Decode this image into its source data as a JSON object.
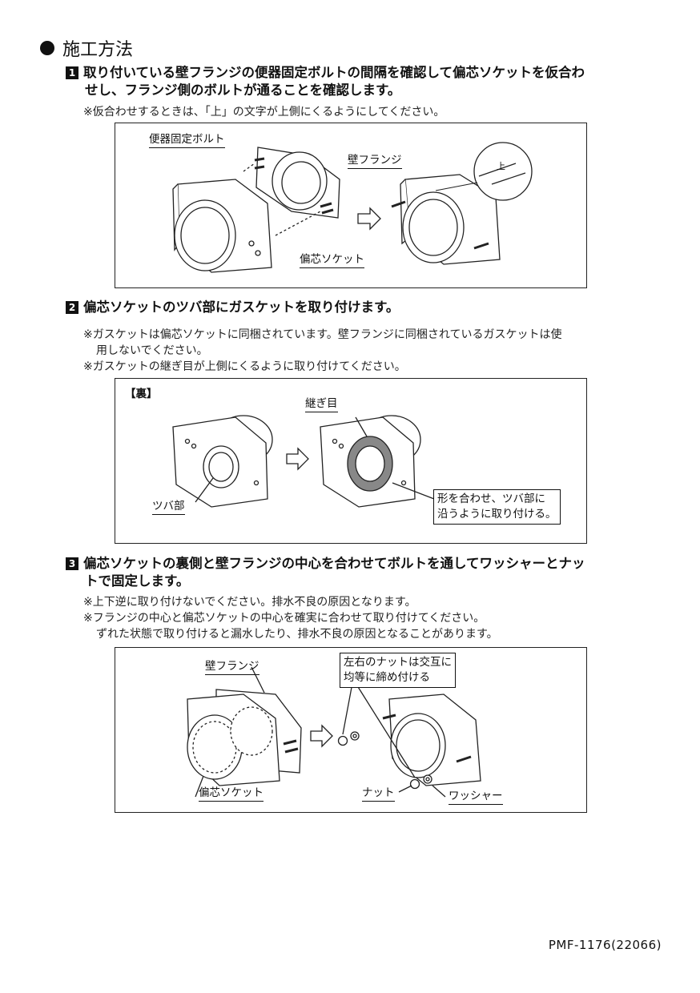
{
  "section_title": "施工方法",
  "steps": [
    {
      "number": "1",
      "title_line1": "取り付いている壁フランジの便器固定ボルトの間隔を確認して偏芯ソケットを仮合わ",
      "title_line2": "せし、フランジ側のボルトが通ることを確認します。",
      "note1": "※仮合わせするときは、「上」の文字が上側にくるようにしてください。",
      "labels": {
        "bolt": "便器固定ボルト",
        "flange": "壁フランジ",
        "socket": "偏芯ソケット",
        "mark": "上"
      }
    },
    {
      "number": "2",
      "title_line1": "偏芯ソケットのツバ部にガスケットを取り付けます。",
      "note1": "※ガスケットは偏芯ソケットに同梱されています。壁フランジに同梱されているガスケットは使",
      "note1_cont": "用しないでください。",
      "note2": "※ガスケットの継ぎ目が上側にくるように取り付けてください。",
      "labels": {
        "back": "【裏】",
        "seam": "継ぎ目",
        "brim": "ツバ部",
        "callout_line1": "形を合わせ、ツバ部に",
        "callout_line2": "沿うように取り付ける。"
      }
    },
    {
      "number": "3",
      "title_line1": "偏芯ソケットの裏側と壁フランジの中心を合わせてボルトを通してワッシャーとナッ",
      "title_line2": "トで固定します。",
      "note1": "※上下逆に取り付けないでください。排水不良の原因となります。",
      "note2": "※フランジの中心と偏芯ソケットの中心を確実に合わせて取り付けてください。",
      "note2_cont": "ずれた状態で取り付けると漏水したり、排水不良の原因となることがあります。",
      "labels": {
        "flange": "壁フランジ",
        "socket": "偏芯ソケット",
        "callout_line1": "左右のナットは交互に",
        "callout_line2": "均等に締め付ける",
        "nut": "ナット",
        "washer": "ワッシャー"
      }
    }
  ],
  "footer": "PMF-1176(22066)"
}
